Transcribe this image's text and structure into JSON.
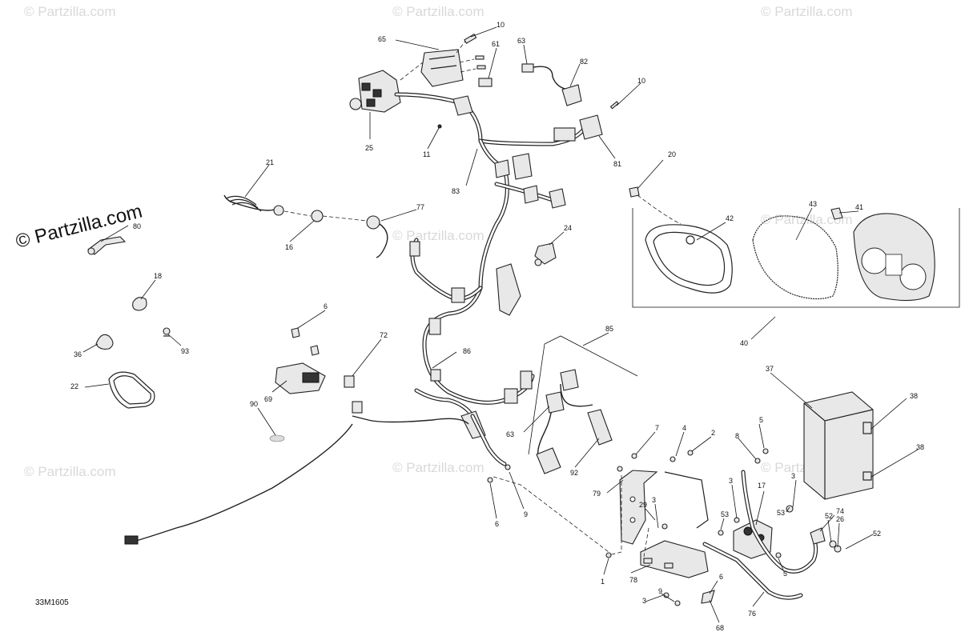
{
  "diagram": {
    "code": "33M1605",
    "watermark_main": "© Partzilla.com",
    "watermark_repeat": "© Partzilla.com",
    "callouts": {
      "c10a": "10",
      "c65": "65",
      "c61": "61",
      "c63a": "63",
      "c82": "82",
      "c10b": "10",
      "c25": "25",
      "c11": "11",
      "c83": "83",
      "c81": "81",
      "c20": "20",
      "c21": "21",
      "c77": "77",
      "c80": "80",
      "c16": "16",
      "c24": "24",
      "c43": "43",
      "c42": "42",
      "c41": "41",
      "c18": "18",
      "c6a": "6",
      "c36": "36",
      "c93": "93",
      "c72": "72",
      "c40": "40",
      "c85": "85",
      "c86": "86",
      "c22": "22",
      "c69": "69",
      "c90": "90",
      "c37": "37",
      "c38a": "38",
      "c63b": "63",
      "c92": "92",
      "c7": "7",
      "c4": "4",
      "c2": "2",
      "c5a": "5",
      "c8": "8",
      "c38b": "38",
      "c6b": "6",
      "c9a": "9",
      "c79": "79",
      "c3a": "3",
      "c17": "17",
      "c3b": "3",
      "c53a": "53",
      "c29": "29",
      "c3c": "3",
      "c53b": "53",
      "c74": "74",
      "c52a": "52",
      "c26": "26",
      "c52b": "52",
      "c1": "1",
      "c78": "78",
      "c5b": "5",
      "c6c": "6",
      "c3d": "3",
      "c9b": "9",
      "c68": "68",
      "c76": "76"
    }
  }
}
